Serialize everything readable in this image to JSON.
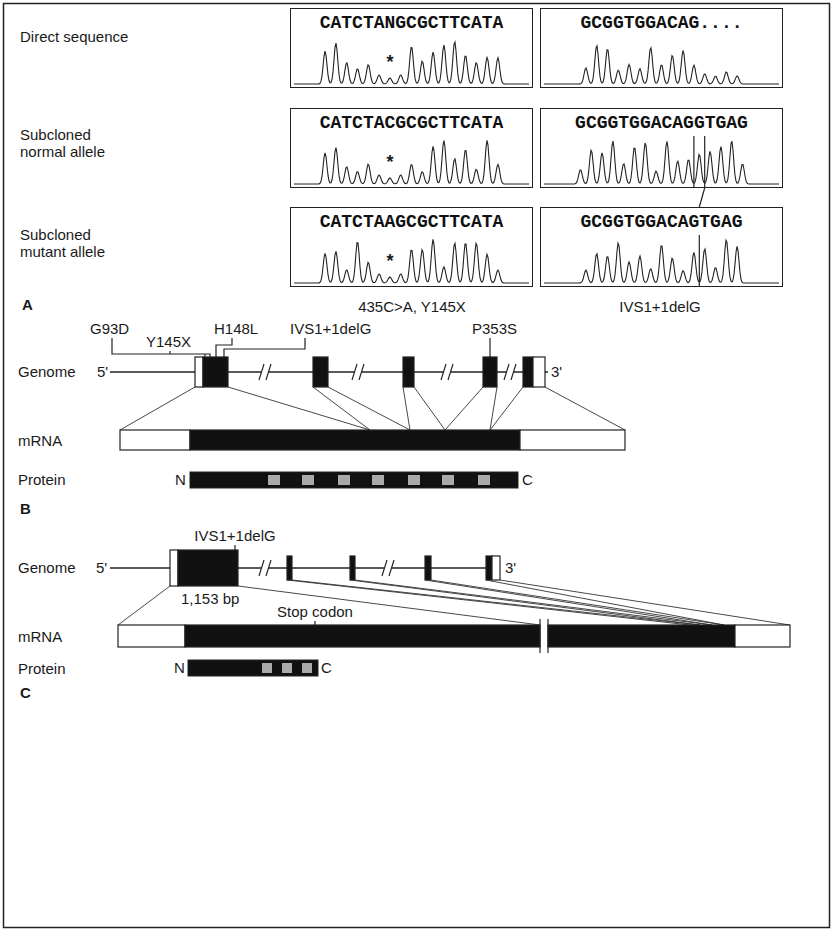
{
  "diagram": {
    "nodes": [
      {
        "text": [
          "CATCTANGCGCTTCATA"
        ]
      },
      {
        "text": [
          "GCGGTGGACAG...."
        ]
      },
      {
        "text": [
          "CATCTACGCGCTTCATA"
        ]
      },
      {
        "text": [
          "GCGGTGGACAGGTGAG"
        ]
      },
      {
        "text": [
          "CATCTAAGCGCTTCATA"
        ]
      },
      {
        "text": [
          "GCGGTGGACAGTGAG"
        ]
      }
    ],
    "labels": [
      "Direct sequence",
      "*",
      "Subcloned normal allele",
      "*",
      "Subcloned mutant allele",
      "*",
      "A",
      "435C>A, Y145X",
      "IVS1+1delG",
      "G93D",
      "Y145X",
      "H148L",
      "IVS1+1delG",
      "P353S",
      "Genome",
      "5'",
      "3'",
      "mRNA",
      "Protein",
      "N",
      "C",
      "B",
      "IVS1+1delG",
      "Genome",
      "5'",
      "1,153 bp",
      "3'",
      "mRNA",
      "Stop codon",
      "Protein",
      "N",
      "C",
      "C"
    ]
  }
}
